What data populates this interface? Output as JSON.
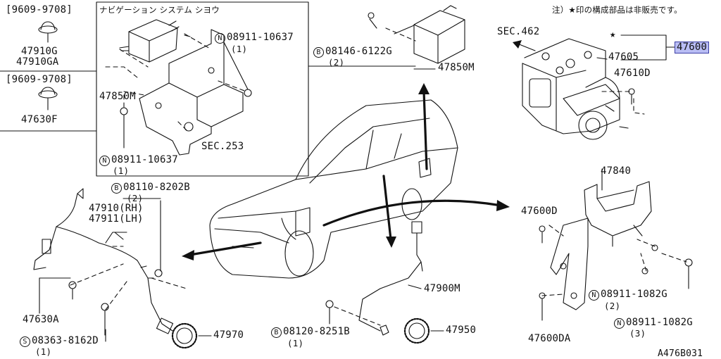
{
  "note": "注）★印の構成部品は非販売です。",
  "diagram_id": "A476B031",
  "colors": {
    "highlight": "#b9bdf4",
    "highlight_border": "#3c3fa6",
    "line": "#111111"
  },
  "left_panel": {
    "date_range_1": "[9609-9708]",
    "part_a1": "47910G",
    "part_a2": "47910GA",
    "date_range_2": "[9609-9708]",
    "part_b": "47630F"
  },
  "nav_box": {
    "title": "ナビゲーション システム シヨウ",
    "nut_top": {
      "prefix": "N",
      "number": "08911-10637",
      "qty": "(1)"
    },
    "part_nav": "47850M",
    "sec": "SEC.253",
    "nut_bottom": {
      "prefix": "N",
      "number": "08911-10637",
      "qty": "(1)"
    }
  },
  "top_center": {
    "bolt": {
      "prefix": "B",
      "number": "08146-6122G",
      "qty": "(2)"
    },
    "part": "47850M"
  },
  "actuator": {
    "sec": "SEC.462",
    "star": "★",
    "part_main": "47600",
    "part_sub": "47605",
    "bolt": "47610D"
  },
  "bracket": {
    "part": "47840",
    "bolt_a": "47600D",
    "nut_1": {
      "prefix": "N",
      "number": "08911-1082G",
      "qty": "(2)"
    },
    "nut_2": {
      "prefix": "N",
      "number": "08911-1082G",
      "qty": "(3)"
    },
    "bolt_b": "47600DA"
  },
  "front_sensor": {
    "bolt_top": {
      "prefix": "B",
      "number": "08110-8202B",
      "qty": "(2)"
    },
    "sensor_rh": "47910(RH)",
    "sensor_lh": "47911(LH)",
    "clip": "47630A",
    "screw": {
      "prefix": "S",
      "number": "08363-8162D",
      "qty": "(1)"
    },
    "rotor": "47970"
  },
  "rear_sensor": {
    "sensor": "47900M",
    "bolt": {
      "prefix": "B",
      "number": "08120-8251B",
      "qty": "(1)"
    },
    "rotor": "47950"
  }
}
